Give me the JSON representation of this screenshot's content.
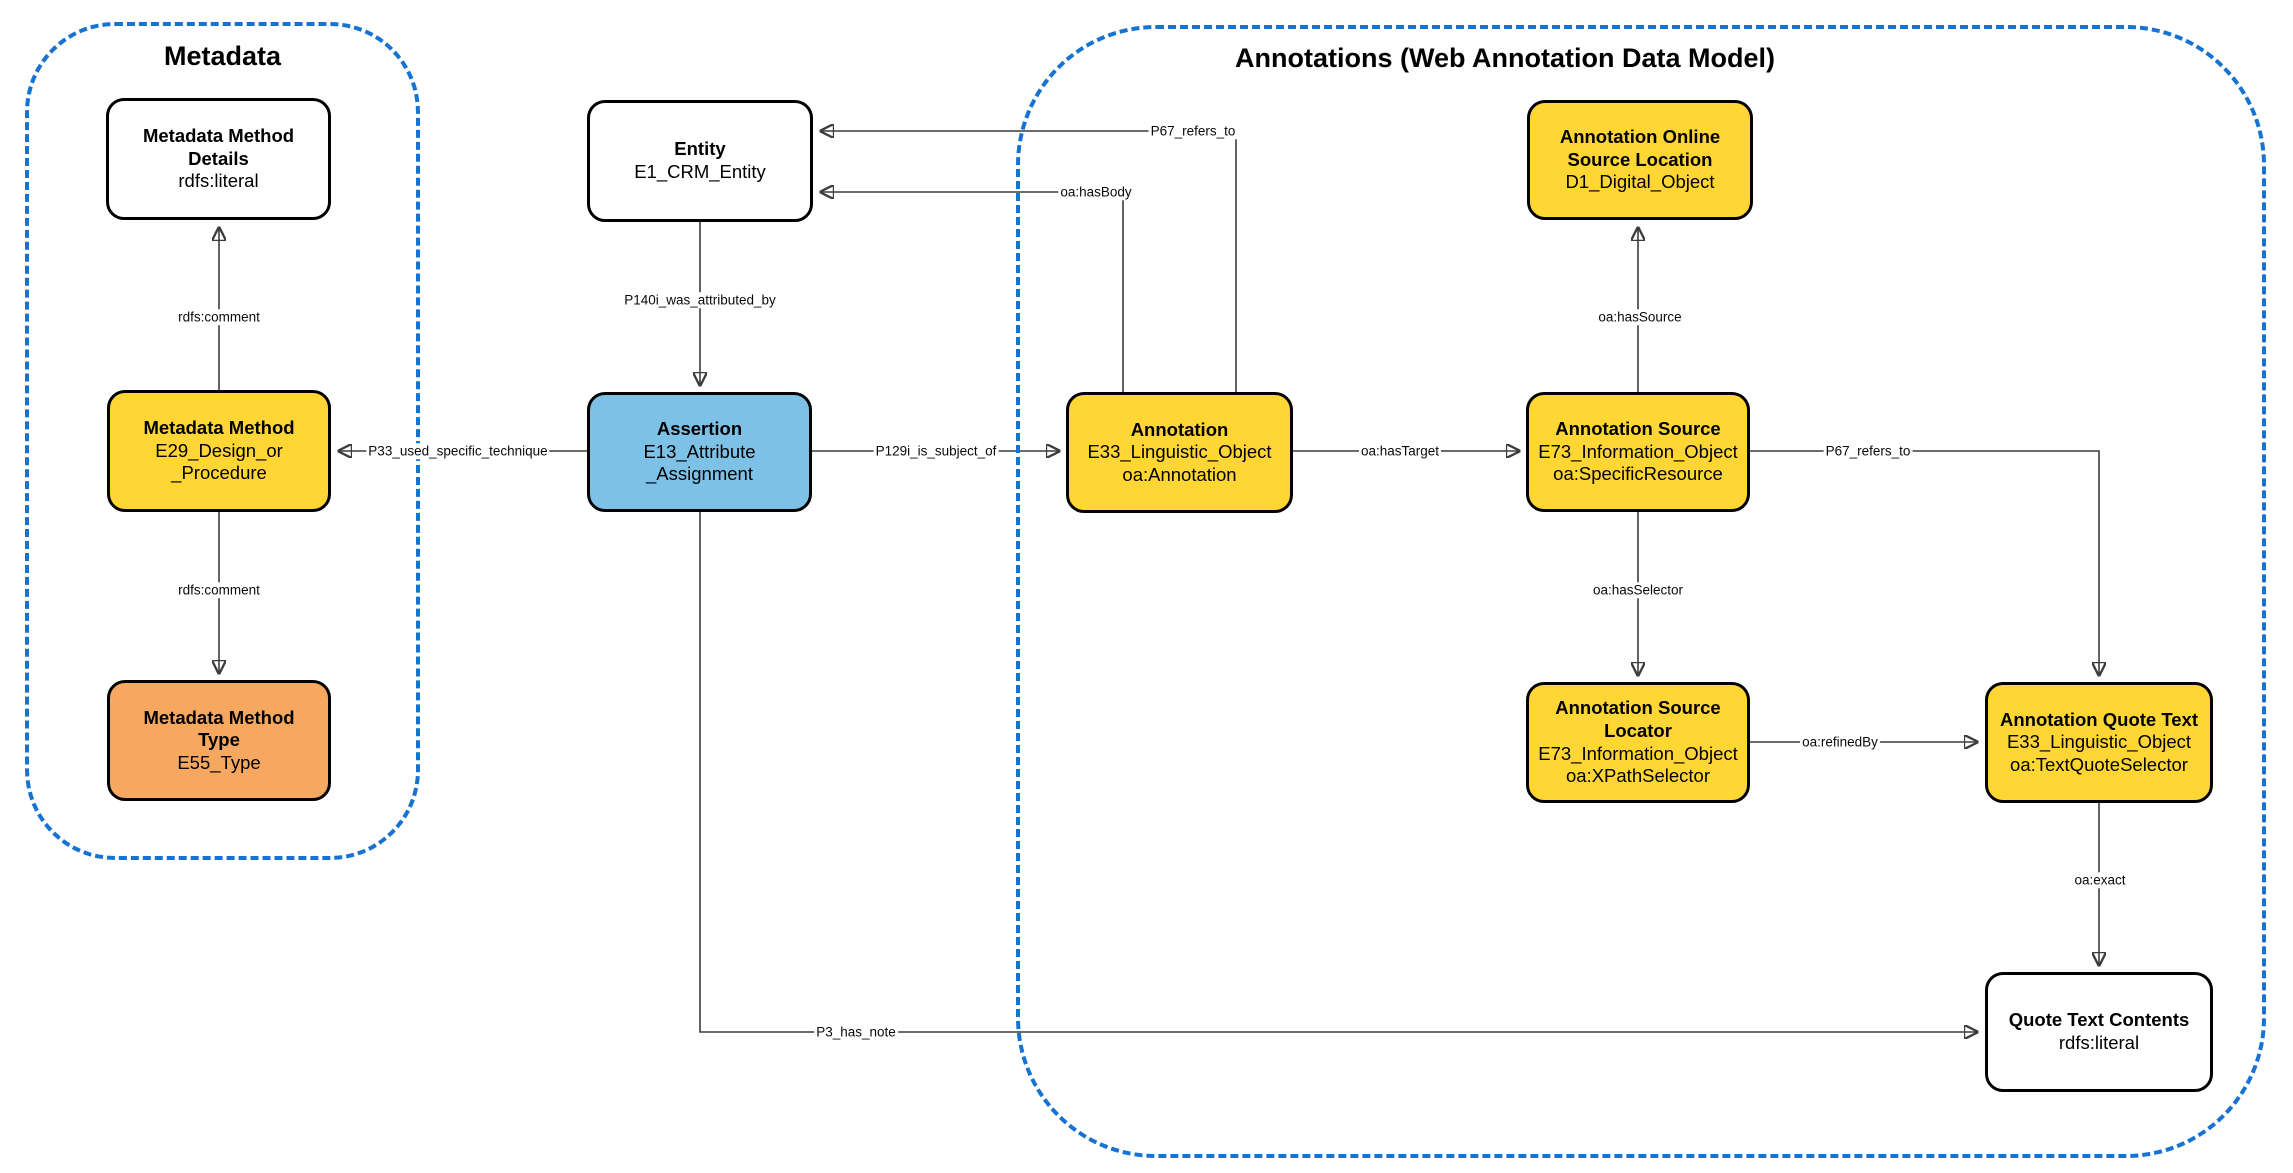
{
  "diagram": {
    "groups": {
      "metadata": {
        "title": "Metadata"
      },
      "annotations": {
        "title": "Annotations (Web Annotation Data Model)"
      }
    },
    "nodes": {
      "metadata_method_details": {
        "title": "Metadata Method\nDetails",
        "sub": "rdfs:literal",
        "color": "white"
      },
      "metadata_method": {
        "title": "Metadata Method",
        "sub": "E29_Design_or\n_Procedure",
        "color": "yellow"
      },
      "metadata_method_type": {
        "title": "Metadata Method\nType",
        "sub": "E55_Type",
        "color": "orange"
      },
      "entity": {
        "title": "Entity",
        "sub": "E1_CRM_Entity",
        "color": "white"
      },
      "assertion": {
        "title": "Assertion",
        "sub": "E13_Attribute\n_Assignment",
        "color": "blue"
      },
      "annotation": {
        "title": "Annotation",
        "sub": "E33_Linguistic_Object\noa:Annotation",
        "color": "yellow"
      },
      "annotation_online_source_location": {
        "title": "Annotation Online\nSource Location",
        "sub": "D1_Digital_Object",
        "color": "yellow"
      },
      "annotation_source": {
        "title": "Annotation Source",
        "sub": "E73_Information_Object\noa:SpecificResource",
        "color": "yellow"
      },
      "annotation_source_locator": {
        "title": "Annotation Source\nLocator",
        "sub": "E73_Information_Object\noa:XPathSelector",
        "color": "yellow"
      },
      "annotation_quote_text": {
        "title": "Annotation Quote Text",
        "sub": "E33_Linguistic_Object\noa:TextQuoteSelector",
        "color": "yellow"
      },
      "quote_text_contents": {
        "title": "Quote Text Contents",
        "sub": "rdfs:literal",
        "color": "white"
      }
    },
    "edges": {
      "rdfs_comment_top": {
        "label": "rdfs:comment"
      },
      "rdfs_comment_bottom": {
        "label": "rdfs:comment"
      },
      "p33_used_specific_technique": {
        "label": "P33_used_specific_technique"
      },
      "p140i_was_attributed_by": {
        "label": "P140i_was_attributed_by"
      },
      "p129i_is_subject_of": {
        "label": "P129i_is_subject_of"
      },
      "oa_hasbody": {
        "label": "oa:hasBody"
      },
      "p67_refers_to_left": {
        "label": "P67_refers_to"
      },
      "oa_hastarget": {
        "label": "oa:hasTarget"
      },
      "oa_hassource": {
        "label": "oa:hasSource"
      },
      "oa_hasselector": {
        "label": "oa:hasSelector"
      },
      "p67_refers_to_right": {
        "label": "P67_refers_to"
      },
      "oa_refinedby": {
        "label": "oa:refinedBy"
      },
      "oa_exact": {
        "label": "oa:exact"
      },
      "p3_has_note": {
        "label": "P3_has_note"
      }
    },
    "colors": {
      "yellow": "#FFD633",
      "orange": "#F6A861",
      "blue": "#7EC1E7",
      "white": "#FFFFFF",
      "dash": "#1673D2",
      "edge": "#3C3C3C",
      "border": "#000000"
    }
  }
}
